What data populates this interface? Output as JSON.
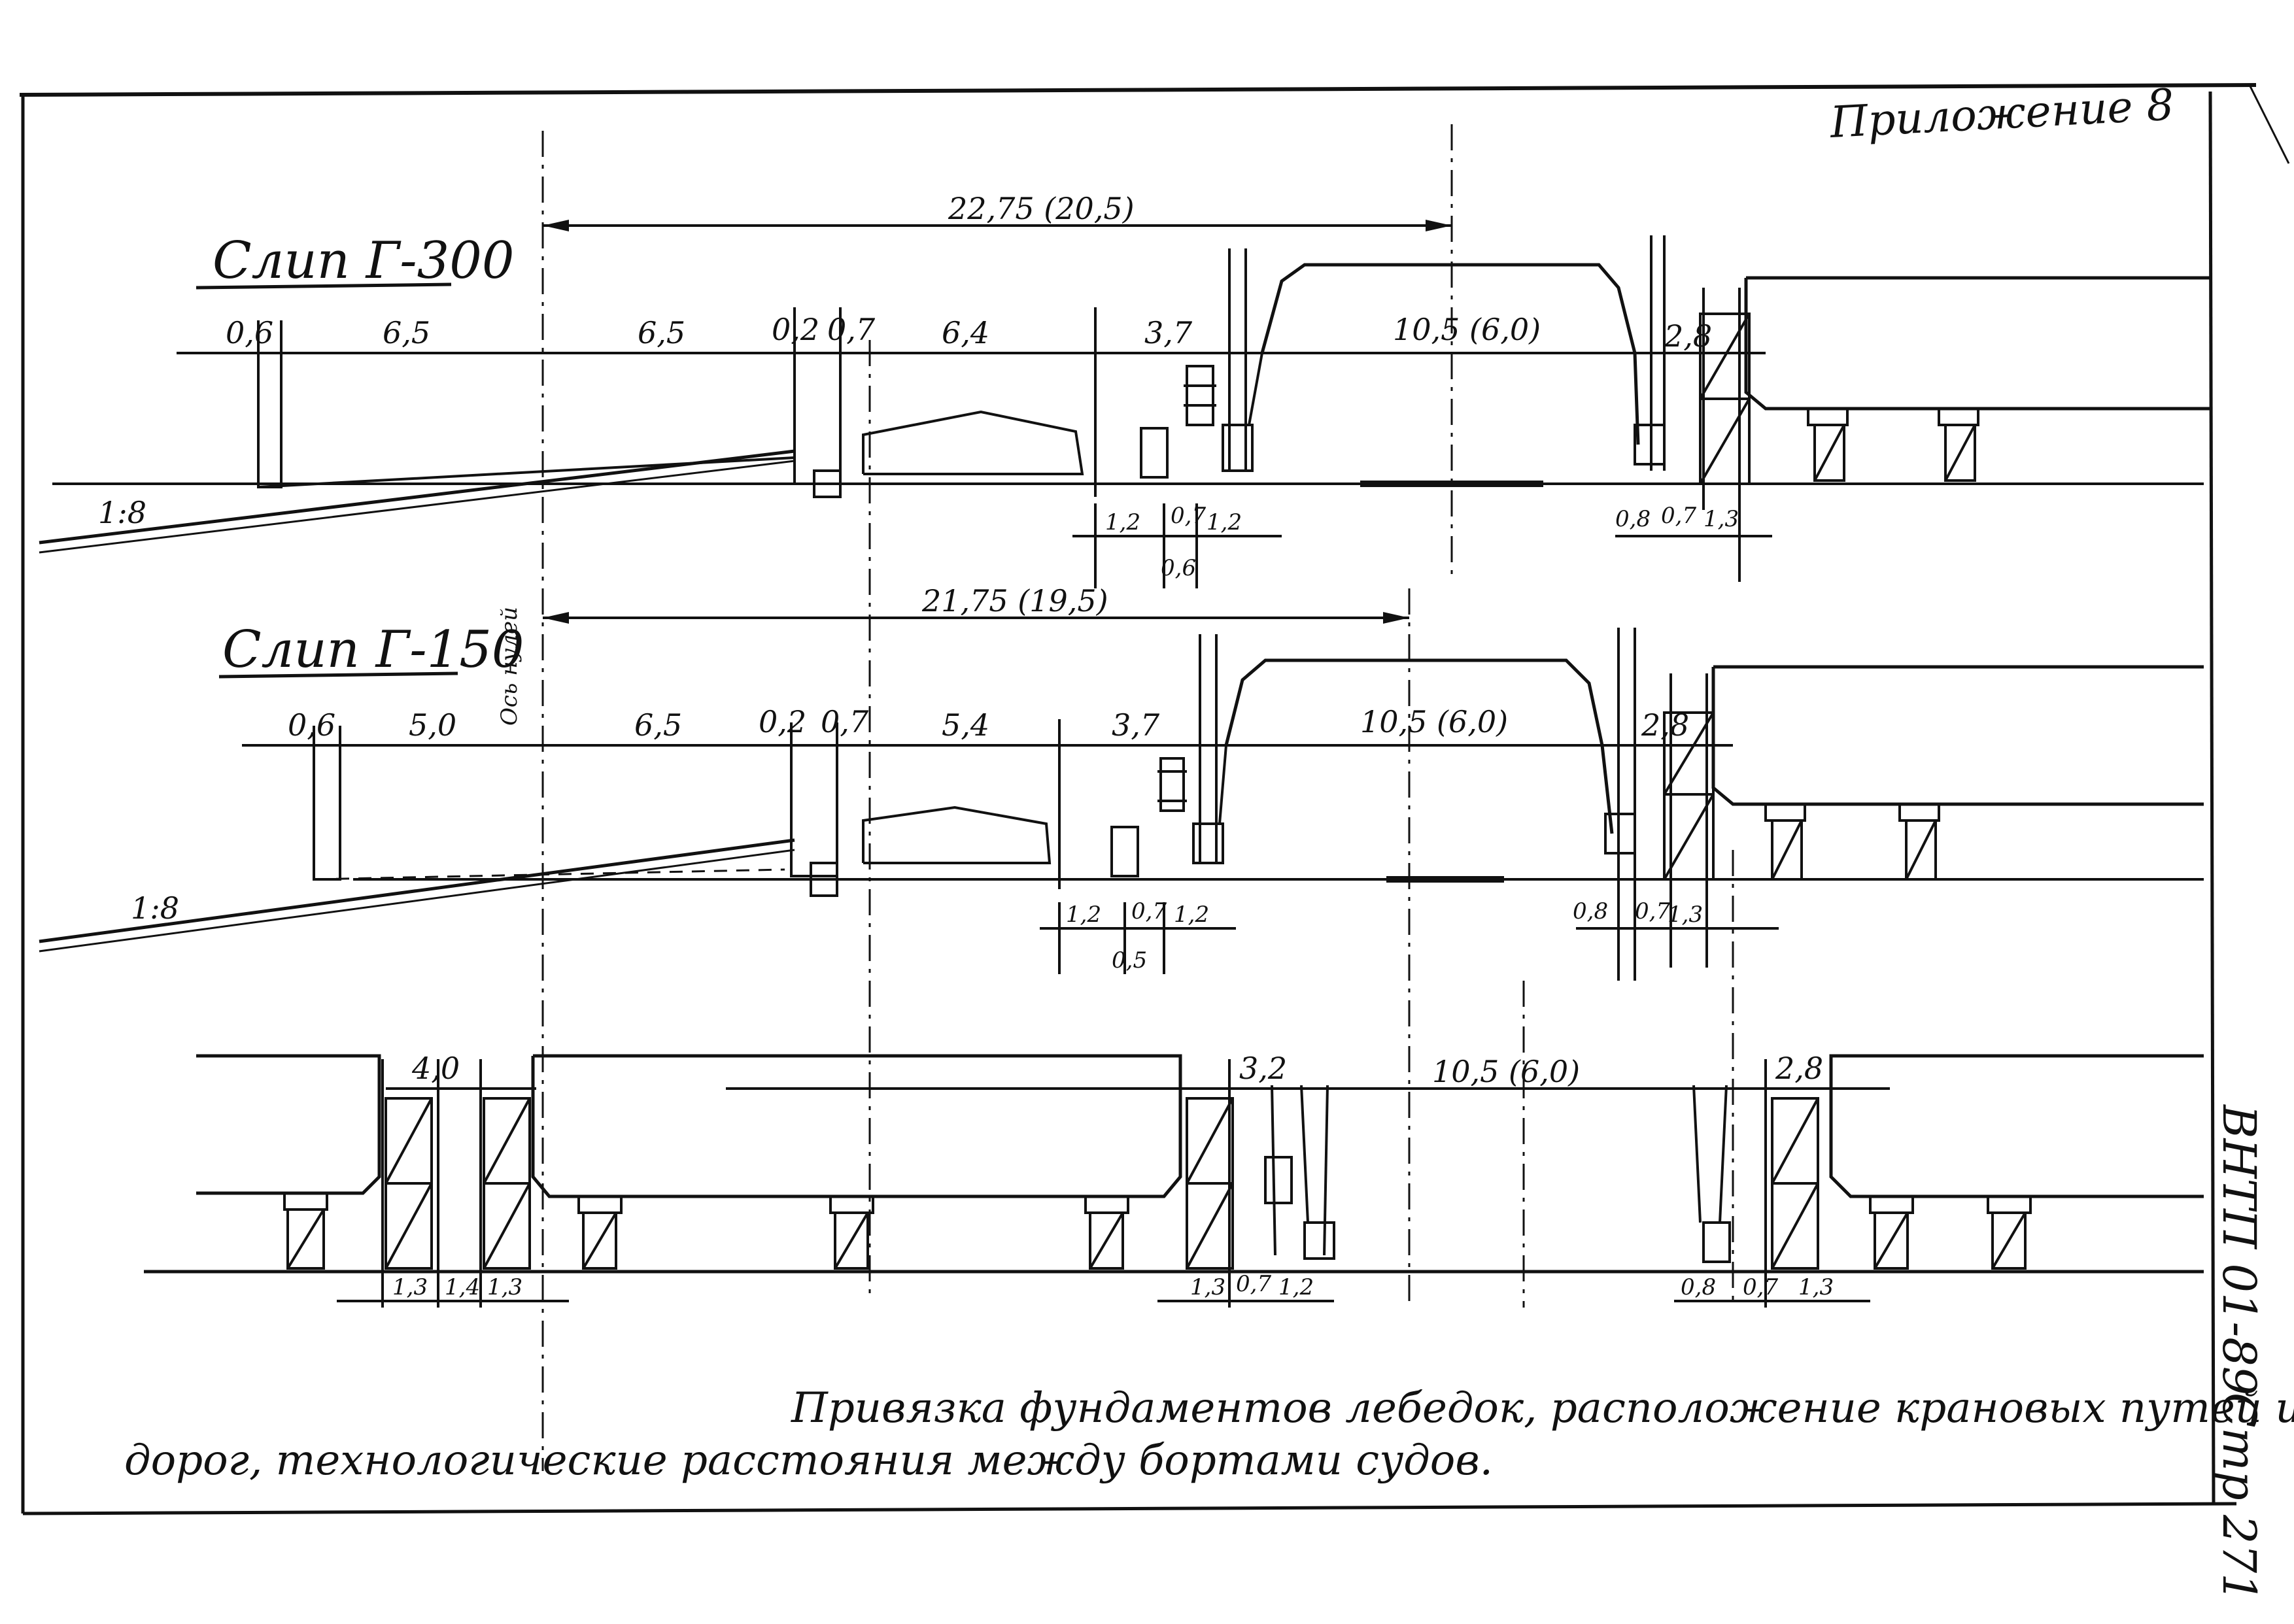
{
  "page": {
    "appendix": "Приложение 8",
    "document_code": "ВНТП 01-89",
    "page_number": "Стр 271",
    "caption_line1": "Привязка фундаментов лебедок, расположение крановых путей и авто-",
    "caption_line2": "дорог, технологические расстояния между бортами судов."
  },
  "slip_g300": {
    "title": "Слип Г-300",
    "overall": "22,75 (20,5)",
    "dims_top": [
      "0,6",
      "6,5",
      "6,5",
      "0,2",
      "0,7",
      "6,4",
      "3,7",
      "10,5 (6,0)",
      "2,8"
    ],
    "slope": "1:8",
    "dims_bottom_left": [
      "1,2",
      "0,7",
      "1,2",
      "0,6"
    ],
    "dims_bottom_right": [
      "0,8",
      "0,7",
      "1,3"
    ]
  },
  "slip_g150": {
    "title": "Слип Г-150",
    "axis_label": "Ось нулей",
    "overall": "21,75 (19,5)",
    "dims_top": [
      "0,6",
      "5,0",
      "6,5",
      "0,2",
      "0,7",
      "5,4",
      "3,7",
      "10,5 (6,0)",
      "2,8"
    ],
    "slope": "1:8",
    "dims_bottom_left": [
      "1,2",
      "0,7",
      "1,2",
      "0,5"
    ],
    "dims_bottom_right": [
      "0,8",
      "0,7",
      "1,3"
    ]
  },
  "ship_rows": {
    "dims_top": [
      "4,0",
      "3,2",
      "10,5 (6,0)",
      "2,8"
    ],
    "dims_bottom_left": [
      "1,3",
      "1,4",
      "1,3"
    ],
    "dims_bottom_mid": [
      "1,3",
      "0,7",
      "1,2"
    ],
    "dims_bottom_right": [
      "0,8",
      "0,7",
      "1,3"
    ]
  }
}
